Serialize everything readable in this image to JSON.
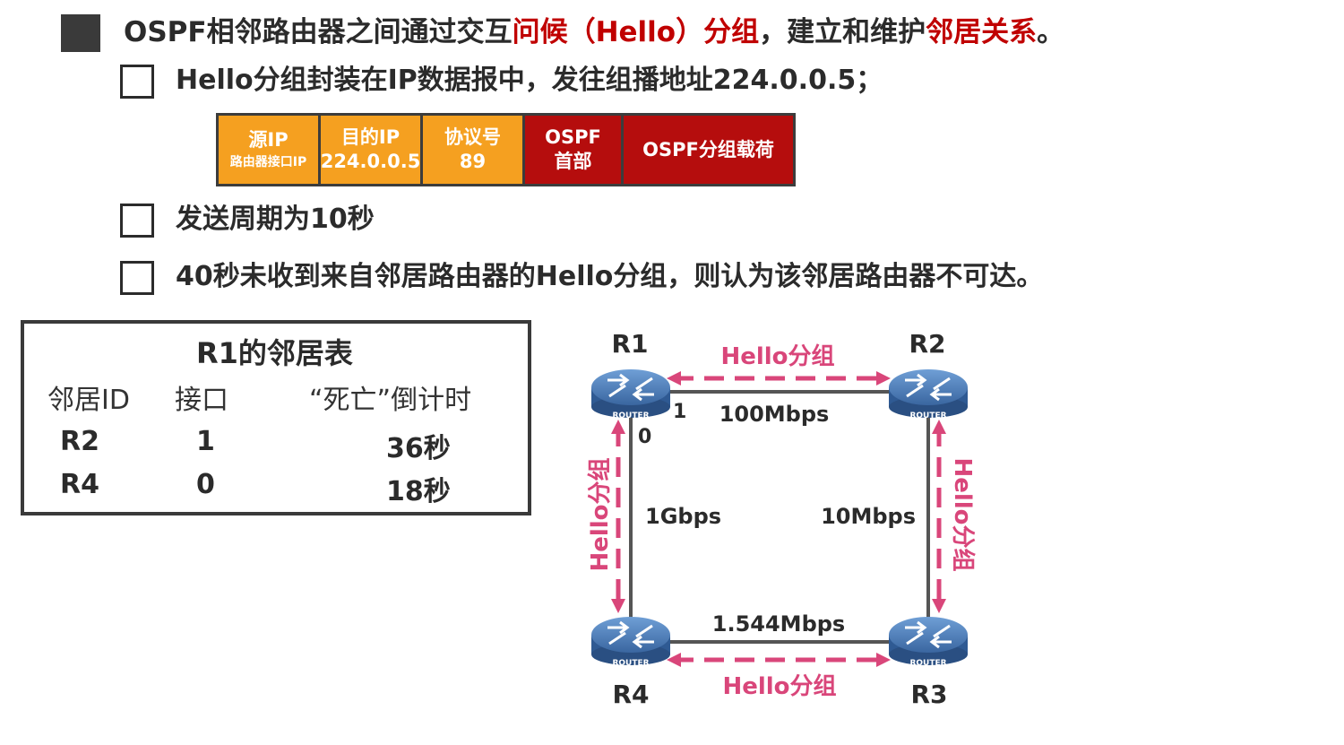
{
  "bullets": {
    "main": {
      "text_a": "OSPF相邻路由器之间通过交互",
      "text_b": "问候（Hello）分组",
      "text_c": "，建立和维护",
      "text_d": "邻居关系",
      "text_e": "。"
    },
    "sub1": "Hello分组封装在IP数据报中，发往组播地址224.0.0.5；",
    "sub2": "发送周期为10秒",
    "sub3": "40秒未收到来自邻居路由器的Hello分组，则认为该邻居路由器不可达。"
  },
  "packet": {
    "src_title": "源IP",
    "src_sub": "路由器接口IP",
    "dst_title": "目的IP",
    "dst_sub": "224.0.0.5",
    "proto_title": "协议号",
    "proto_sub": "89",
    "ospf_header_1": "OSPF",
    "ospf_header_2": "首部",
    "payload": "OSPF分组载荷",
    "colors": {
      "orange": "#f5a020",
      "darkred": "#b50d0d"
    }
  },
  "neighbor_table": {
    "title": "R1的邻居表",
    "headers": [
      "邻居ID",
      "接口",
      "“死亡”倒计时"
    ],
    "rows": [
      [
        "R2",
        "1",
        "36秒"
      ],
      [
        "R4",
        "0",
        "18秒"
      ]
    ]
  },
  "topology": {
    "router_label": "ROUTER",
    "routers": [
      "R1",
      "R2",
      "R3",
      "R4"
    ],
    "hello_label": "Hello分组",
    "links": {
      "r1_r2": "100Mbps",
      "r1_r4": "1Gbps",
      "r2_r3": "10Mbps",
      "r4_r3": "1.544Mbps"
    },
    "r1_interfaces": [
      "1",
      "0"
    ],
    "colors": {
      "hello_arrow": "#d9467a",
      "router": "#3e6aa6"
    }
  }
}
